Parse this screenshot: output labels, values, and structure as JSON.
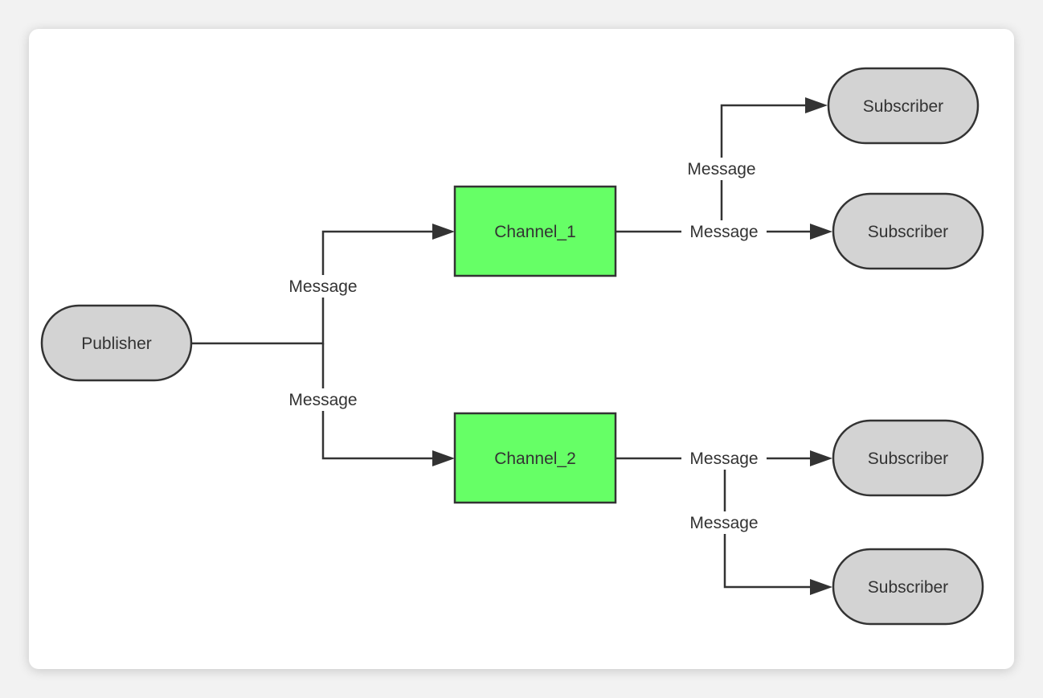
{
  "colors": {
    "channel_fill": "#66ff66",
    "terminal_fill": "#d3d3d3",
    "line": "#333333"
  },
  "nodes": {
    "publisher": "Publisher",
    "channel_1": "Channel_1",
    "channel_2": "Channel_2",
    "subscriber_1": "Subscriber",
    "subscriber_2": "Subscriber",
    "subscriber_3": "Subscriber",
    "subscriber_4": "Subscriber"
  },
  "edges": {
    "pub_to_channel_1": "Message",
    "pub_to_channel_2": "Message",
    "channel_1_to_subscriber_1": "Message",
    "channel_1_to_subscriber_2": "Message",
    "channel_2_to_subscriber_3": "Message",
    "channel_2_to_subscriber_4": "Message"
  }
}
